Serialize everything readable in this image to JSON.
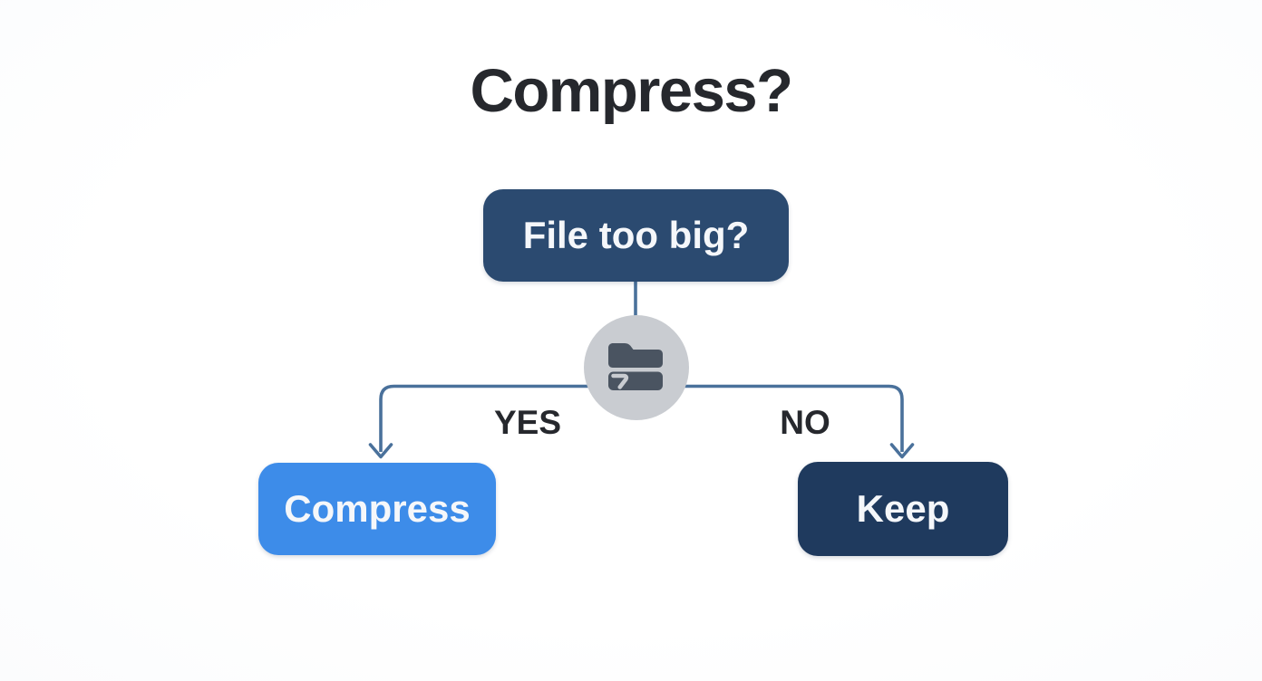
{
  "title": "Compress?",
  "diagram": {
    "decision_node": {
      "label": "File too big?"
    },
    "branch_yes": {
      "label": "YES",
      "action": "Compress"
    },
    "branch_no": {
      "label": "NO",
      "action": "Keep"
    },
    "icon": "zip-folder-icon"
  },
  "colors": {
    "accent_blue": "#3d8ce9",
    "navy": "#2b4a70",
    "navy_dark": "#1f3a5e",
    "connector": "#4a719b",
    "circle_bg": "#c9ccd1",
    "icon_fill": "#4a5461",
    "text_dark": "#26282d",
    "node_text": "#f5f7fa"
  }
}
